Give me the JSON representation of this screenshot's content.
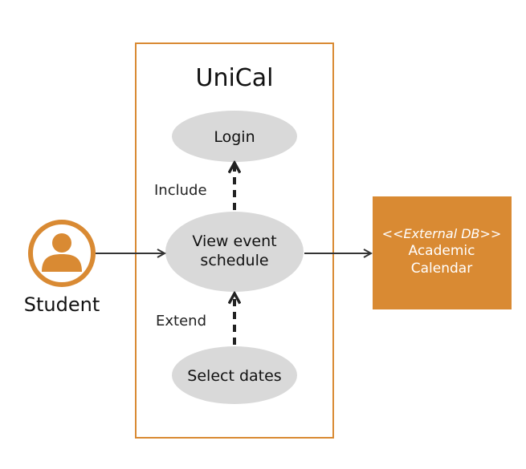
{
  "system": {
    "title": "UniCal"
  },
  "actor": {
    "label": "Student",
    "icon": "person-icon"
  },
  "use_cases": {
    "login": "Login",
    "view_line1": "View event",
    "view_line2": "schedule",
    "select_dates": "Select dates"
  },
  "relations": {
    "include": "Include",
    "extend": "Extend"
  },
  "external": {
    "stereotype": "<<External DB>>",
    "name_line1": "Academic",
    "name_line2": "Calendar"
  },
  "colors": {
    "accent": "#D98A33",
    "use_case_fill": "#D9D9D9",
    "line": "#333333",
    "text": "#111111"
  }
}
